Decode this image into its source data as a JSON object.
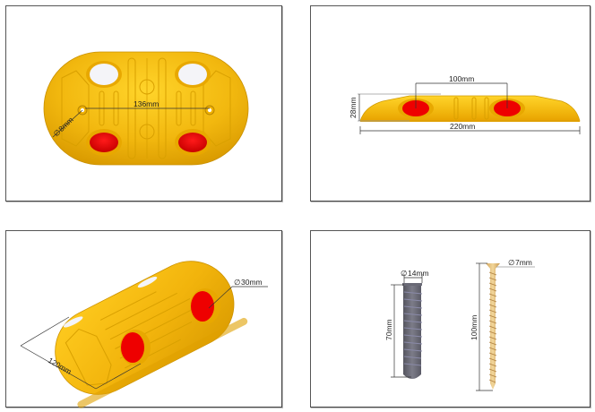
{
  "panels": [
    {
      "id": "top-view",
      "view": "top",
      "dimensions": {
        "hole_spacing": "136mm",
        "hole_diameter": "8mm"
      }
    },
    {
      "id": "side-view",
      "view": "side",
      "dimensions": {
        "reflector_spacing": "100mm",
        "height": "28mm",
        "length": "220mm"
      }
    },
    {
      "id": "isometric-view",
      "view": "isometric",
      "dimensions": {
        "width": "120mm",
        "reflector_diameter": "30mm"
      }
    },
    {
      "id": "fasteners-view",
      "view": "fasteners",
      "dimensions": {
        "anchor_diameter": "14mm",
        "anchor_length": "70mm",
        "screw_diameter": "7mm",
        "screw_length": "100mm"
      }
    }
  ],
  "symbols": {
    "diameter": "∅"
  },
  "colors": {
    "body": "#f2b80f",
    "body_dark": "#d99a00",
    "reflector_red": "#ee0000",
    "reflector_white": "#f4f4f8",
    "anchor_gray": "#6e6e7a",
    "screw_gold": "#e8c27a",
    "border": "#555555"
  }
}
